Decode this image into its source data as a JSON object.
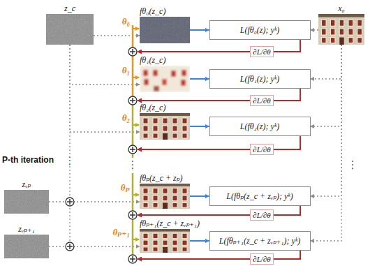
{
  "diagram": {
    "nodes": [
      {
        "text": [
          "z_c"
        ]
      },
      {
        "text": [
          "fθ₀(z_c)"
        ]
      },
      {
        "text": [
          "L(fθ₀(z); yᵏ)"
        ]
      },
      {
        "text": [
          "x₀"
        ]
      },
      {
        "text": [
          "fθ₁(z_c)"
        ]
      },
      {
        "text": [
          "L(fθ₁(z); yᵏ)"
        ]
      },
      {
        "text": [
          "fθ₂(z_c)"
        ]
      },
      {
        "text": [
          "L(fθ₂(z); yᵏ)"
        ]
      },
      {
        "text": [
          "zᵥₚ"
        ]
      },
      {
        "text": [
          "fθₚ(z_c + zₚ)"
        ]
      },
      {
        "text": [
          "L(fθₚ(z_c + zᵥₚ); yᵏ)"
        ]
      },
      {
        "text": [
          "zᵥₚ₊₁"
        ]
      },
      {
        "text": [
          "fθₚ₊₁(z_c + zᵥₚ₊₁)"
        ]
      },
      {
        "text": [
          "L(fθₚ₊₁(z_c + zᵥₚ₊₁); yᵏ)"
        ]
      }
    ],
    "edges": [
      {
        "from": 0,
        "to": 1,
        "arrow": "to"
      },
      {
        "from": 1,
        "to": 2,
        "arrow": "to"
      },
      {
        "from": 3,
        "to": 2,
        "arrow": "to"
      },
      {
        "from": 0,
        "to": 4,
        "arrow": "to"
      },
      {
        "from": 4,
        "to": 5,
        "arrow": "to"
      },
      {
        "from": 3,
        "to": 5,
        "arrow": "to"
      },
      {
        "from": 0,
        "to": 6,
        "arrow": "to"
      },
      {
        "from": 6,
        "to": 7,
        "arrow": "to"
      },
      {
        "from": 3,
        "to": 7,
        "arrow": "to"
      },
      {
        "from": 8,
        "to": 9,
        "arrow": "to"
      },
      {
        "from": 9,
        "to": 10,
        "arrow": "to"
      },
      {
        "from": 3,
        "to": 10,
        "arrow": "to"
      },
      {
        "from": 11,
        "to": 12,
        "arrow": "to"
      },
      {
        "from": 12,
        "to": 13,
        "arrow": "to"
      },
      {
        "from": 3,
        "to": 13,
        "arrow": "to"
      }
    ],
    "labels": [
      "θ₀",
      "∂L/∂θ",
      "θ₁",
      "∂L/∂θ",
      "θ₂",
      "∂L/∂θ",
      "P-th iteration",
      "⋮",
      "⋮",
      "⋮",
      "θₚ",
      "∂L/∂θ",
      "θₚ₊₁",
      "∂L/∂θ"
    ]
  }
}
